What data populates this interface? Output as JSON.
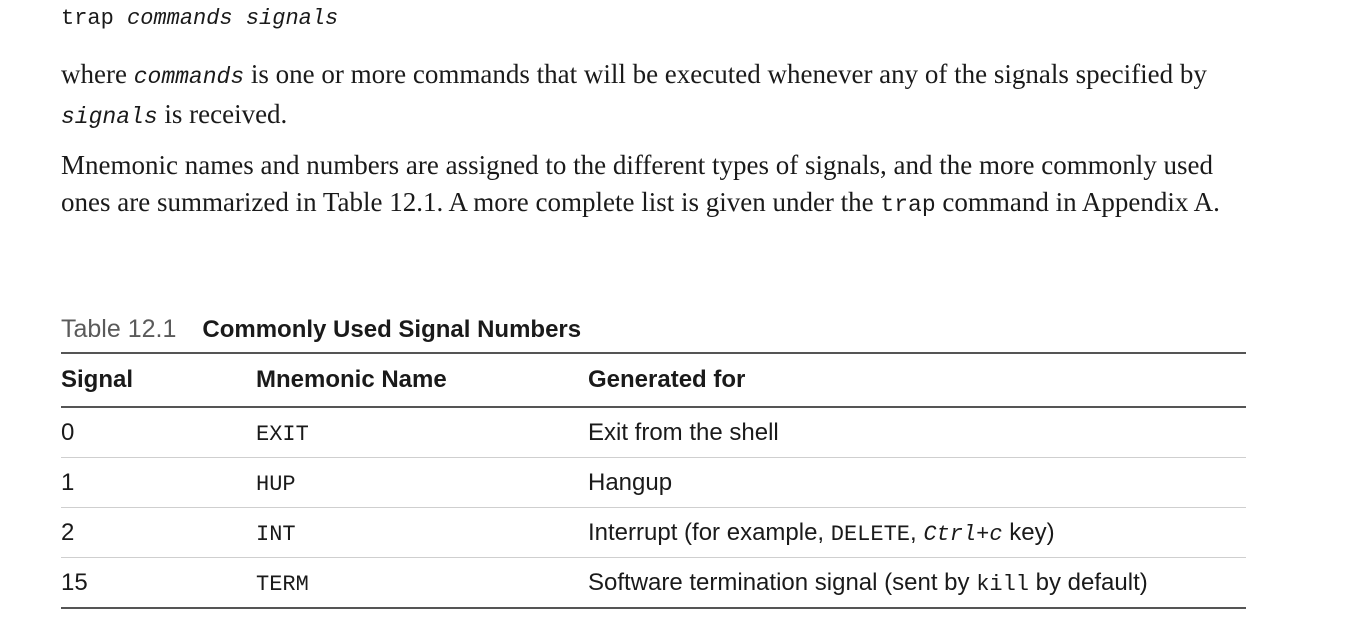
{
  "syntax": {
    "command": "trap",
    "arg1": "commands",
    "arg2": "signals"
  },
  "paragraph1": {
    "part1": "where ",
    "code1": "commands",
    "part2": " is one or more commands that will be executed whenever any of the signals specified by ",
    "code2": "signals",
    "part3": " is received."
  },
  "paragraph2": {
    "part1": "Mnemonic names and numbers are assigned to the different types of signals, and the more commonly used ones are summarized in Table 12.1. A more complete list is given under the ",
    "code1": "trap",
    "part2": " command in Appendix A."
  },
  "table": {
    "caption_number": "Table 12.1",
    "caption_title": "Commonly Used Signal Numbers",
    "headers": {
      "signal": "Signal",
      "mnemonic": "Mnemonic Name",
      "generated": "Generated for"
    },
    "rows": [
      {
        "signal": "0",
        "mnemonic": "EXIT",
        "desc": {
          "text1": "Exit from the shell"
        }
      },
      {
        "signal": "1",
        "mnemonic": "HUP",
        "desc": {
          "text1": "Hangup"
        }
      },
      {
        "signal": "2",
        "mnemonic": "INT",
        "desc": {
          "text1": "Interrupt (for example, ",
          "code1": "DELETE",
          "text2": ", ",
          "code2": "Ctrl+c",
          "text3": " key)"
        }
      },
      {
        "signal": "15",
        "mnemonic": "TERM",
        "desc": {
          "text1": "Software termination signal (sent by ",
          "code1": "kill",
          "text2": " by default)"
        }
      }
    ]
  }
}
